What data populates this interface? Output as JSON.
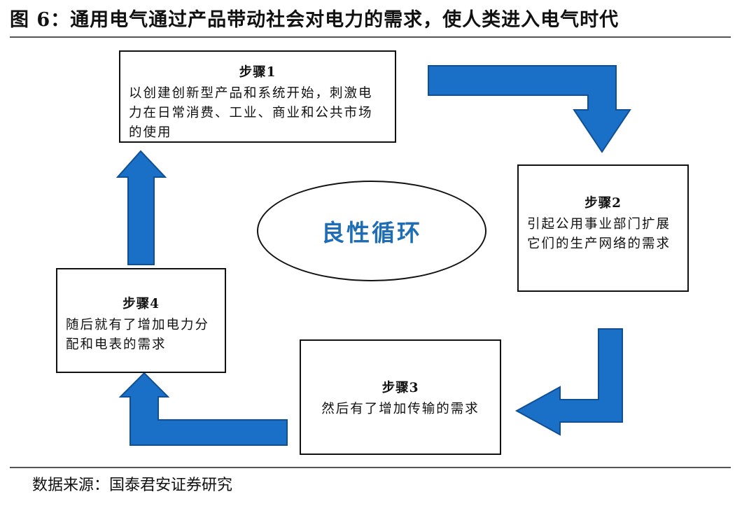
{
  "figure": {
    "title": "图 6：通用电气通过产品带动社会对电力的需求，使人类进入电气时代",
    "source": "数据来源：国泰君安证券研究"
  },
  "center": {
    "label": "良性循环"
  },
  "steps": [
    {
      "title": "步骤1",
      "text": "以创建创新型产品和系统开始，刺激电力在日常消费、工业、商业和公共市场的使用"
    },
    {
      "title": "步骤2",
      "text": "引起公用事业部门扩展它们的生产网络的需求"
    },
    {
      "title": "步骤3",
      "text": "然后有了增加传输的需求"
    },
    {
      "title": "步骤4",
      "text": "随后就有了增加电力分配和电表的需求"
    }
  ],
  "colors": {
    "arrow": "#1a6fc6",
    "arrow_edge": "#0f4f96",
    "center_text": "#1f6db5"
  }
}
